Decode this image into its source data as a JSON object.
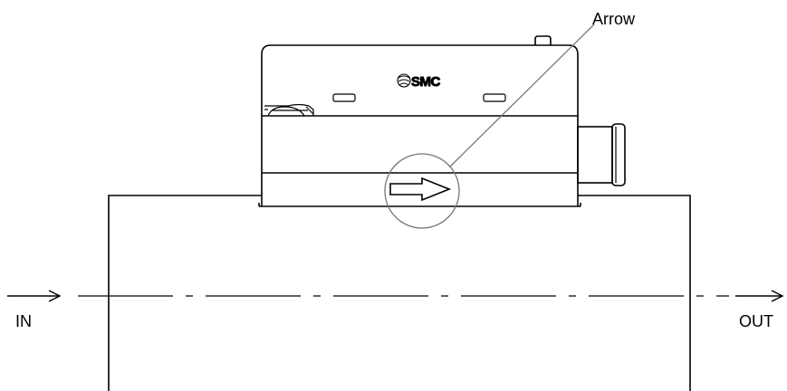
{
  "labels": {
    "arrow_callout": "Arrow",
    "inlet": "IN",
    "outlet": "OUT",
    "brand": "SMC"
  },
  "icons": {
    "flow_direction": "right-arrow-icon",
    "brand_logo": "smc-logo-icon"
  },
  "colors": {
    "line": "#000000",
    "callout": "#777777",
    "background": "#ffffff"
  }
}
